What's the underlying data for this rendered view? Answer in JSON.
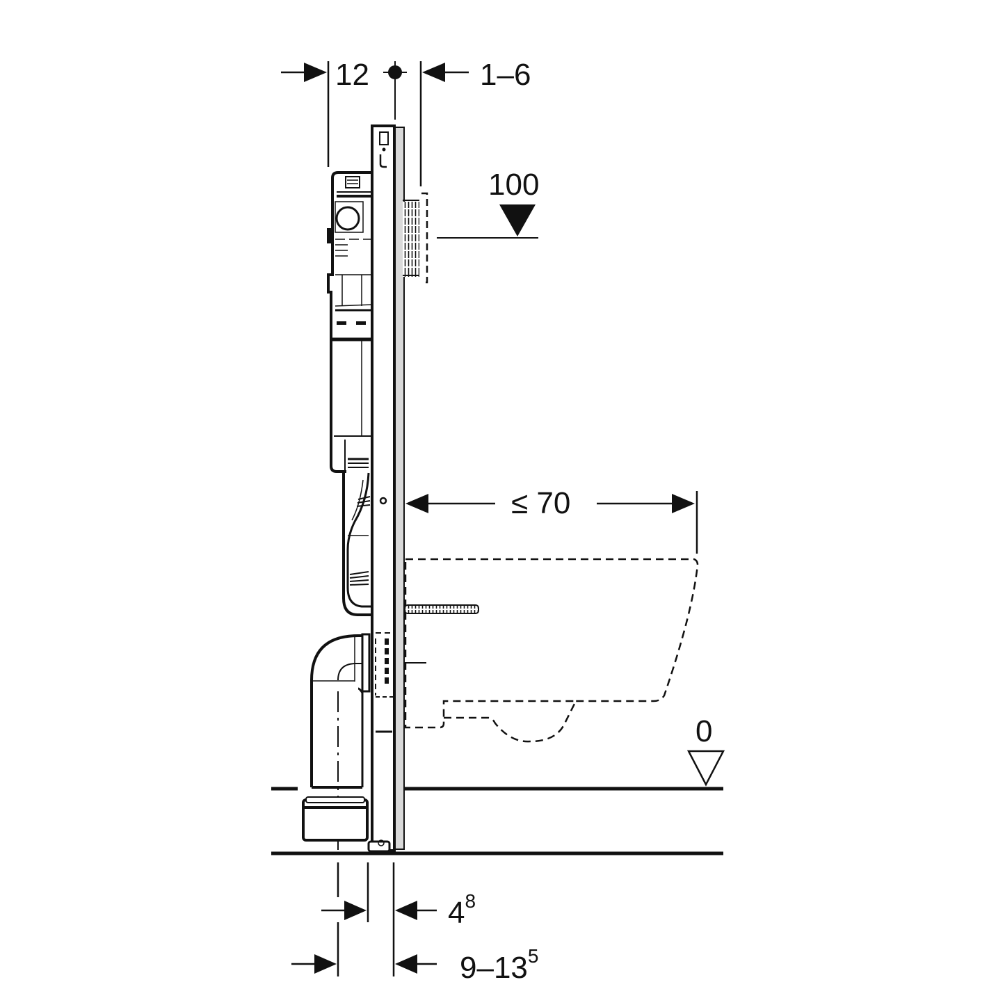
{
  "drawing": {
    "subject": "Wall-hung WC installation frame, side elevation",
    "colors": {
      "line": "#111111",
      "frame_fill": "#ffffff",
      "frame_edge_fill": "#d9d9d9",
      "background": "#ffffff"
    }
  },
  "dimensions": {
    "top_left": {
      "value": "12"
    },
    "top_right": {
      "value": "1–6"
    },
    "flush_plate_height": {
      "value": "100"
    },
    "bowl_projection": {
      "value": "≤ 70"
    },
    "floor_level": {
      "value": "0"
    },
    "bottom_inner": {
      "base": "4",
      "sup": "8"
    },
    "bottom_outer": {
      "base": "9–13",
      "sup": "5"
    }
  },
  "components": [
    {
      "id": "frame",
      "label": "Installation frame"
    },
    {
      "id": "cistern",
      "label": "Concealed cistern"
    },
    {
      "id": "flush-plate",
      "label": "Actuator plate (dashed)"
    },
    {
      "id": "wc-bowl",
      "label": "Wall-hung WC bowl (dashed)"
    },
    {
      "id": "drain-bend",
      "label": "Drain bend"
    },
    {
      "id": "drain-connector",
      "label": "Drain connector"
    },
    {
      "id": "fixing-bolt",
      "label": "Threaded fixing rod"
    },
    {
      "id": "finished-floor",
      "label": "Finished floor line"
    },
    {
      "id": "raw-floor",
      "label": "Raw floor line"
    }
  ]
}
